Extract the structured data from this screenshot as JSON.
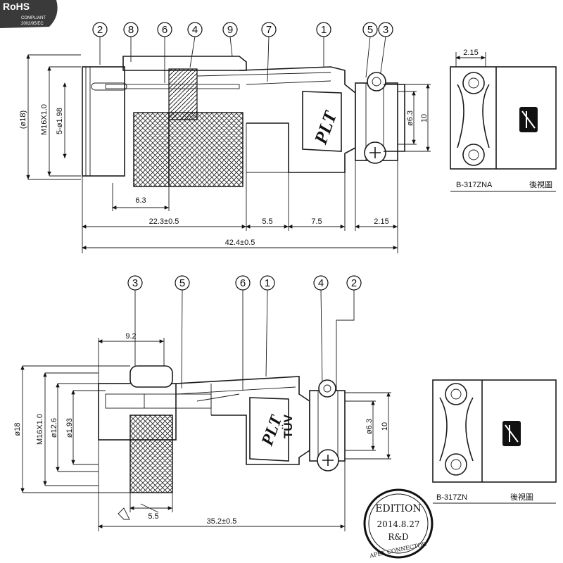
{
  "rohs": {
    "title": "RoHS",
    "line1": "COMPLIANT",
    "line2": "2002/95/EC"
  },
  "top": {
    "callouts": [
      "2",
      "8",
      "6",
      "4",
      "9",
      "7",
      "1",
      "5",
      "3"
    ],
    "dims": {
      "phi18": "(ø18)",
      "m16": "M16X1.0",
      "phi198": "5-ø1.98",
      "d63": "6.3",
      "d223": "22.3±0.5",
      "d55": "5.5",
      "d75": "7.5",
      "d215": "2.15",
      "d424": "42.4±0.5",
      "phi63": "ø6.3",
      "d10": "10"
    },
    "brand": "PLT",
    "rear": {
      "d215": "2.15",
      "label": "B-317ZNA",
      "caption": "後視圖"
    }
  },
  "bottom": {
    "callouts": [
      "3",
      "5",
      "6",
      "1",
      "4",
      "2"
    ],
    "dims": {
      "d92": "9.2",
      "phi18": "ø18",
      "m16": "M16X1.0",
      "phi126": "ø12.6",
      "phi193": "ø1.93",
      "d55": "5.5",
      "d352": "35.2±0.5",
      "phi63": "ø6.3",
      "d10": "10"
    },
    "brand": "PLT",
    "tuv": "TÜV",
    "rear": {
      "label": "B-317ZN",
      "caption": "後視圖"
    }
  },
  "stamp": {
    "edition": "EDITION",
    "date": "2014.8.27",
    "rd": "R&D",
    "company": "APEX CONNECTOR"
  }
}
